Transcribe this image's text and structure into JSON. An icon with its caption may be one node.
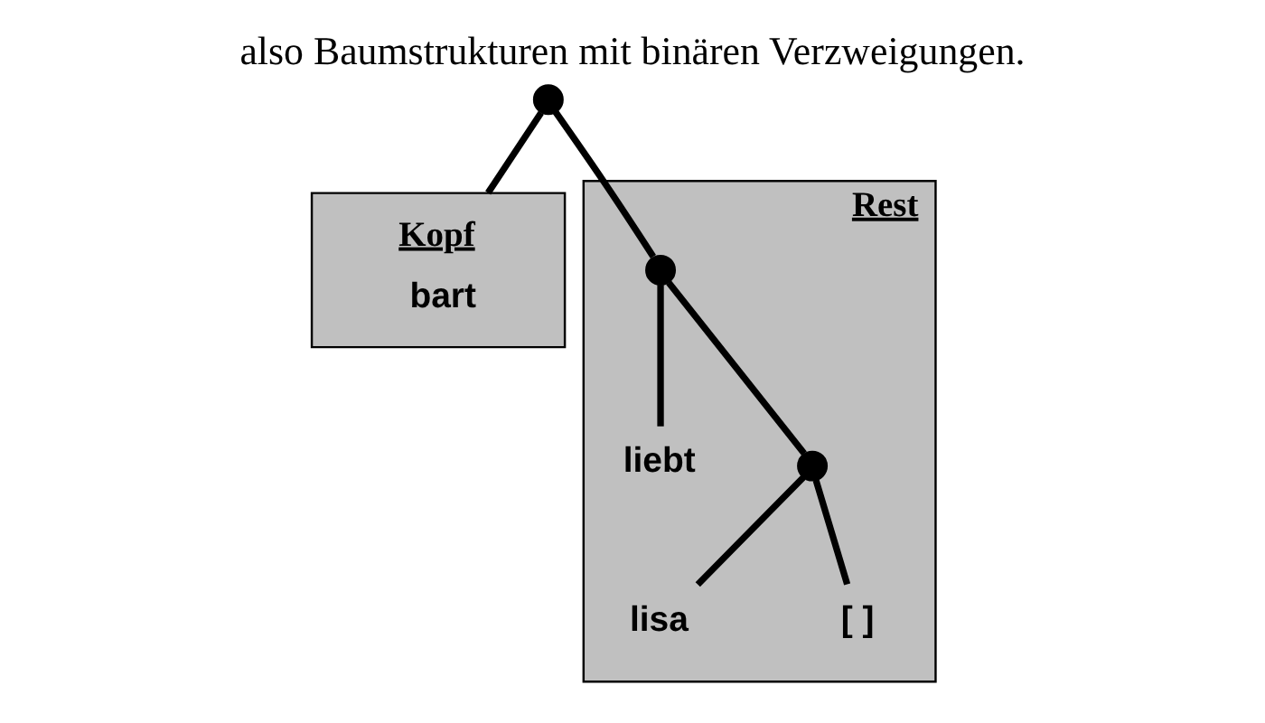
{
  "diagram": {
    "title": "also Baumstrukturen mit binären Verzweigungen.",
    "nodes": [
      {
        "text": [],
        "shape": "circle"
      },
      {
        "text": [
          "Kopf",
          "bart"
        ]
      },
      {
        "text": [
          "Rest"
        ]
      },
      {
        "text": [],
        "shape": "circle",
        "in": 2
      },
      {
        "text": [
          "liebt"
        ],
        "in": 2
      },
      {
        "text": [],
        "shape": "circle",
        "in": 2
      },
      {
        "text": [
          "lisa"
        ],
        "in": 2
      },
      {
        "text": [
          "[ ]"
        ],
        "in": 2
      }
    ],
    "edges": [
      {
        "from": 0,
        "to": 1,
        "arrow": "none"
      },
      {
        "from": 0,
        "to": 3,
        "arrow": "none"
      },
      {
        "from": 3,
        "to": 4,
        "arrow": "none"
      },
      {
        "from": 3,
        "to": 5,
        "arrow": "none"
      },
      {
        "from": 5,
        "to": 6,
        "arrow": "none"
      },
      {
        "from": 5,
        "to": 7,
        "arrow": "none"
      }
    ]
  }
}
